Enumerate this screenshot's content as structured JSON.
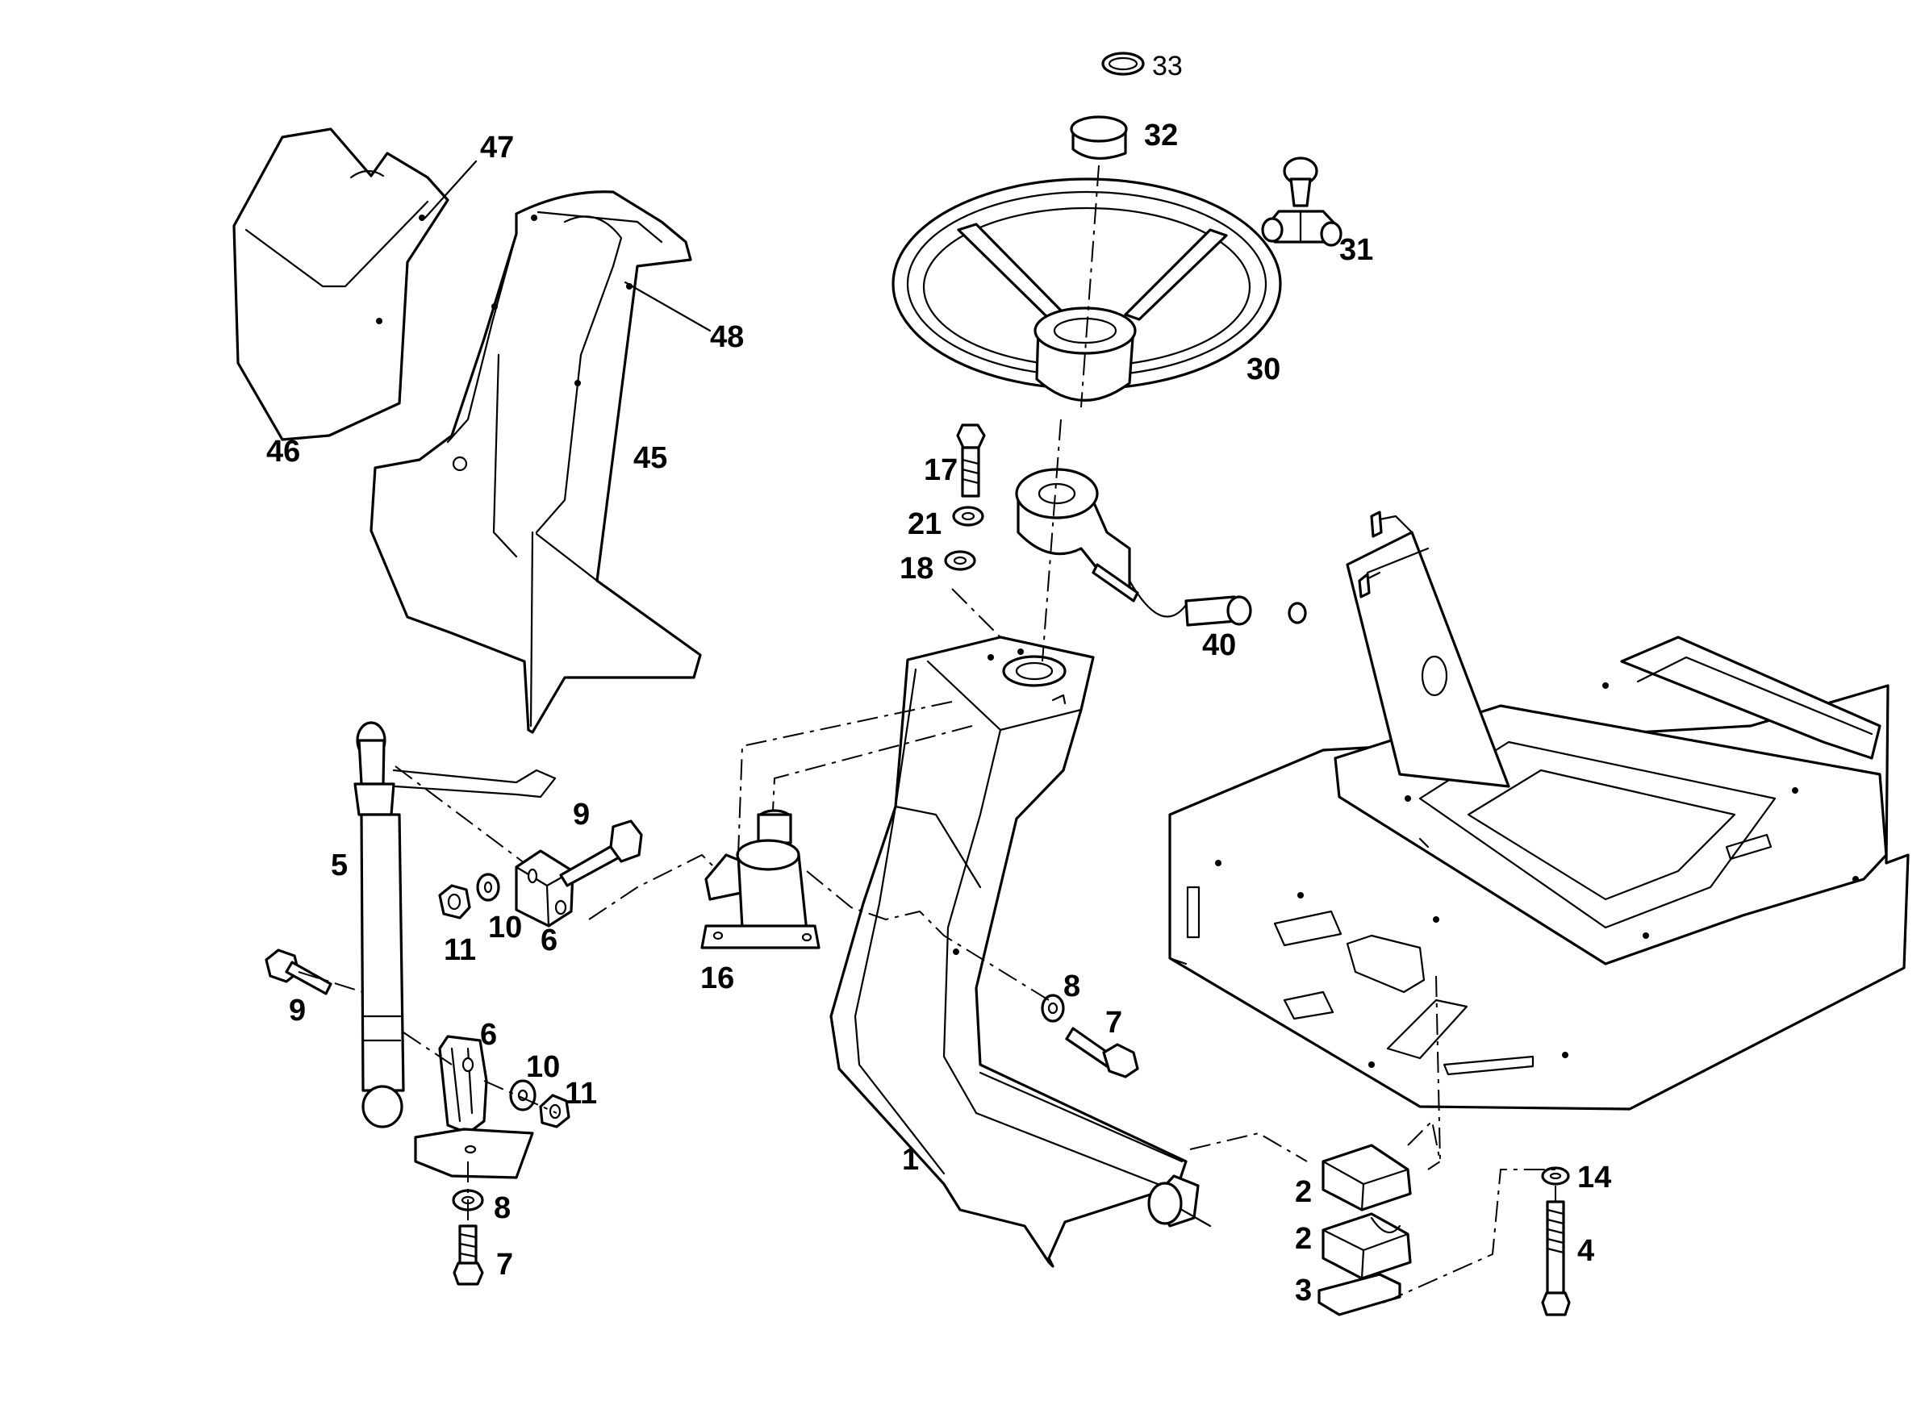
{
  "diagram": {
    "callouts": [
      {
        "id": "33",
        "label": "33"
      },
      {
        "id": "32",
        "label": "32"
      },
      {
        "id": "31",
        "label": "31"
      },
      {
        "id": "30",
        "label": "30"
      },
      {
        "id": "47",
        "label": "47"
      },
      {
        "id": "48",
        "label": "48"
      },
      {
        "id": "46",
        "label": "46"
      },
      {
        "id": "45",
        "label": "45"
      },
      {
        "id": "17",
        "label": "17"
      },
      {
        "id": "21",
        "label": "21"
      },
      {
        "id": "18",
        "label": "18"
      },
      {
        "id": "40",
        "label": "40"
      },
      {
        "id": "9a",
        "label": "9"
      },
      {
        "id": "5",
        "label": "5"
      },
      {
        "id": "11a",
        "label": "11"
      },
      {
        "id": "10a",
        "label": "10"
      },
      {
        "id": "6a",
        "label": "6"
      },
      {
        "id": "16",
        "label": "16"
      },
      {
        "id": "9b",
        "label": "9"
      },
      {
        "id": "6b",
        "label": "6"
      },
      {
        "id": "10b",
        "label": "10"
      },
      {
        "id": "11b",
        "label": "11"
      },
      {
        "id": "8a",
        "label": "8"
      },
      {
        "id": "7a",
        "label": "7"
      },
      {
        "id": "8b",
        "label": "8"
      },
      {
        "id": "7b",
        "label": "7"
      },
      {
        "id": "1",
        "label": "1"
      },
      {
        "id": "2a",
        "label": "2"
      },
      {
        "id": "2b",
        "label": "2"
      },
      {
        "id": "3",
        "label": "3"
      },
      {
        "id": "14",
        "label": "14"
      },
      {
        "id": "4",
        "label": "4"
      }
    ]
  }
}
